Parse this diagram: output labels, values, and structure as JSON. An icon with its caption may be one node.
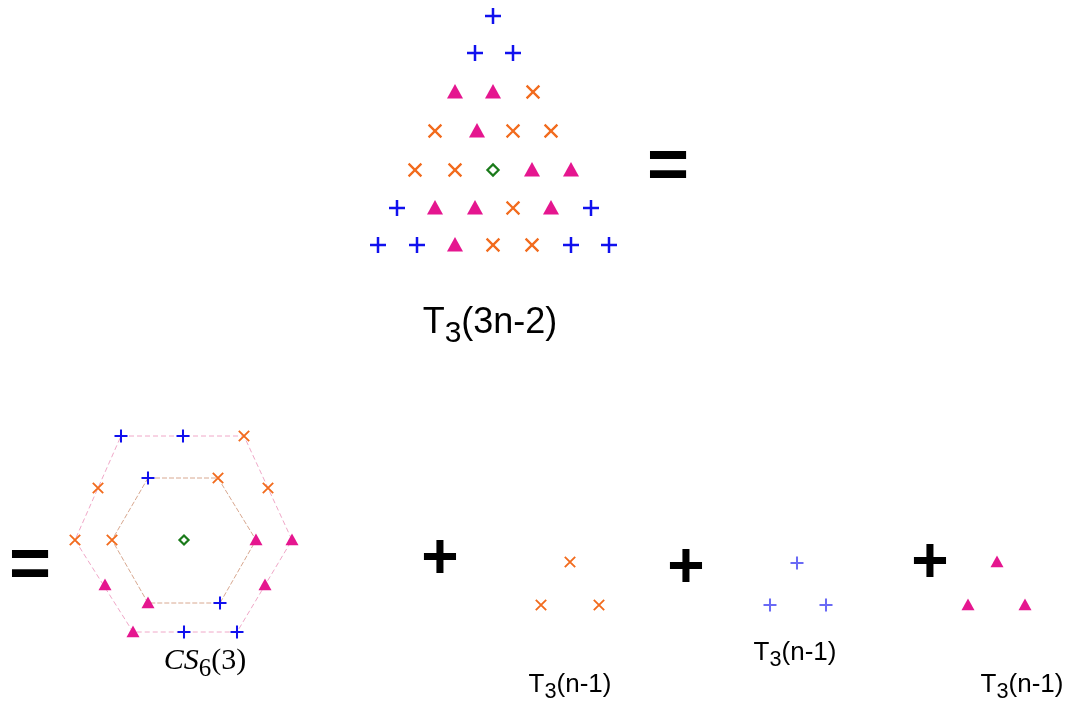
{
  "diagram": {
    "labels": [
      "T$_{3}$(3n-2)",
      "=",
      "=",
      "*CS*$_{6}$(3)",
      "+",
      "T$_{3}$(n-1)",
      "+",
      "T$_{3}$(n-1)",
      "+",
      "T$_{3}$(n-1)"
    ]
  }
}
